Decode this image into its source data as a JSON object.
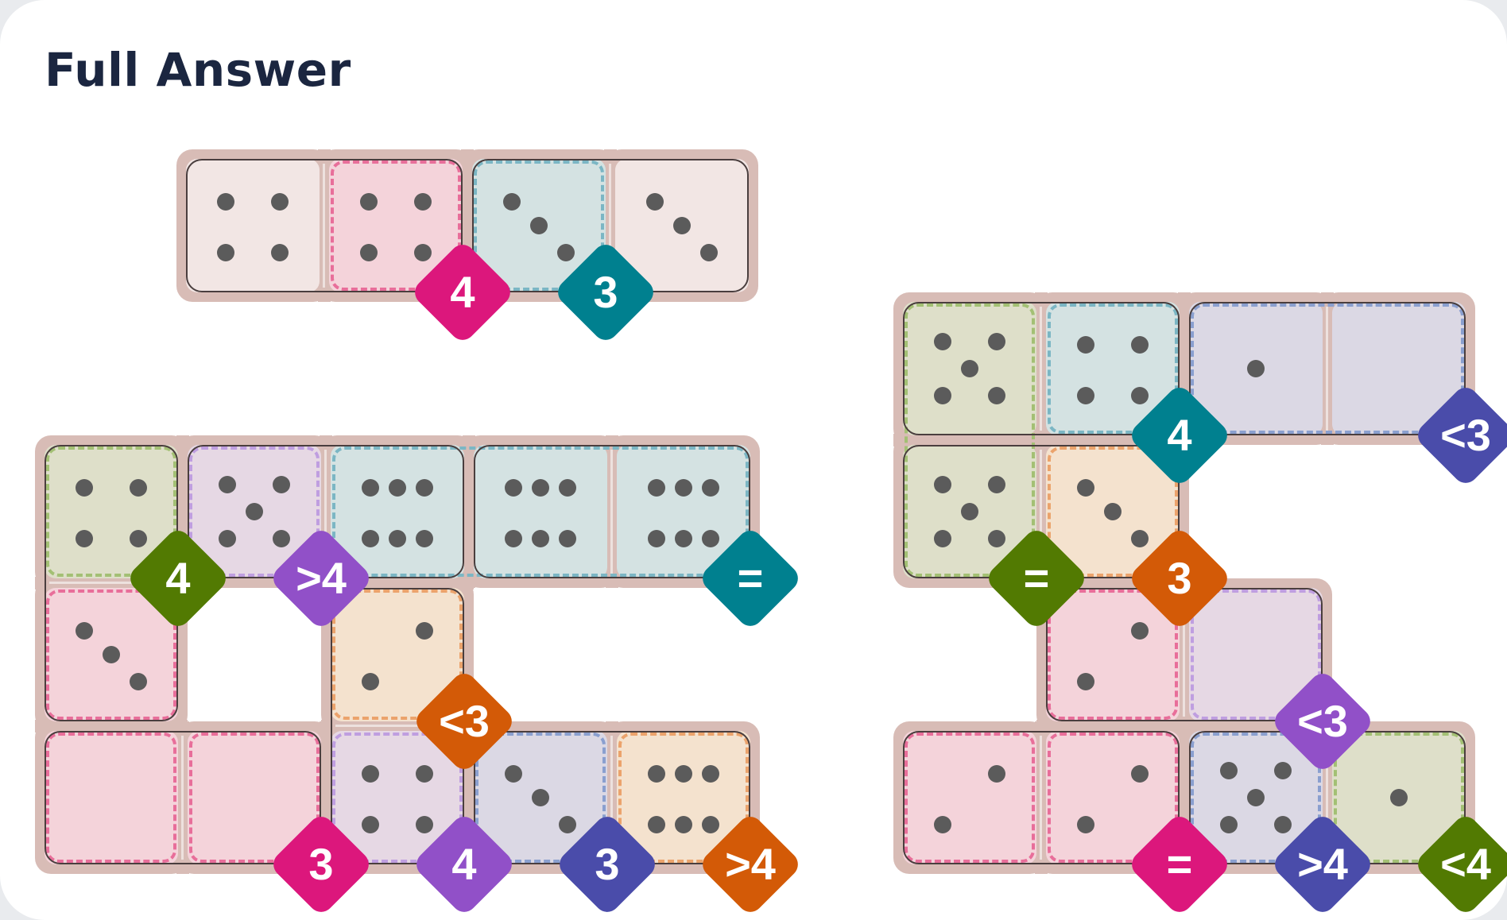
{
  "page": {
    "title": "Full Answer"
  },
  "colors": {
    "background": "#ffffff",
    "board": "#d8bcb6",
    "pip": "#5b5b5b",
    "domino_border": "#4a3e3e",
    "regions": {
      "plain": {
        "fill": "#f2e6e4",
        "border": "none"
      },
      "pink": {
        "fill": "#f4d3da",
        "border": "#e86e9a",
        "badge": "#dc177c"
      },
      "teal": {
        "fill": "#d4e2e2",
        "border": "#7bb6c4",
        "badge": "#00808f"
      },
      "green": {
        "fill": "#dedfc9",
        "border": "#a3c074",
        "badge": "#527a02"
      },
      "purple": {
        "fill": "#e6d8e4",
        "border": "#bf9ee0",
        "badge": "#9150c8"
      },
      "orange": {
        "fill": "#f4e2ce",
        "border": "#eba36c",
        "badge": "#d35a07"
      },
      "blue": {
        "fill": "#dbd8e4",
        "border": "#8a9fcf",
        "badge": "#4a4caa"
      }
    }
  },
  "grid": [
    {
      "id": "top",
      "cells": [
        {
          "r": 0,
          "c": 0,
          "region": "plain",
          "pips": 4
        },
        {
          "r": 0,
          "c": 1,
          "region": "pink",
          "pips": 4
        },
        {
          "r": 0,
          "c": 2,
          "region": "teal",
          "pips": 3
        },
        {
          "r": 0,
          "c": 3,
          "region": "plain",
          "pips": 3
        }
      ],
      "regions": [
        {
          "color": "pink",
          "cells": [
            [
              0,
              1
            ]
          ],
          "label": "4"
        },
        {
          "color": "teal",
          "cells": [
            [
              0,
              2
            ]
          ],
          "label": "3"
        }
      ],
      "dominoes": [
        [
          [
            0,
            0
          ],
          [
            0,
            1
          ]
        ],
        [
          [
            0,
            2
          ],
          [
            0,
            3
          ]
        ]
      ]
    },
    {
      "id": "left",
      "cells": [
        {
          "r": 0,
          "c": 0,
          "region": "green",
          "pips": 4
        },
        {
          "r": 0,
          "c": 1,
          "region": "purple",
          "pips": 5
        },
        {
          "r": 0,
          "c": 2,
          "region": "teal",
          "pips": 6
        },
        {
          "r": 0,
          "c": 3,
          "region": "teal",
          "pips": 6
        },
        {
          "r": 0,
          "c": 4,
          "region": "teal",
          "pips": 6
        },
        {
          "r": 1,
          "c": 0,
          "region": "pink",
          "pips": 3
        },
        {
          "r": 1,
          "c": 2,
          "region": "orange",
          "pips": 2
        },
        {
          "r": 2,
          "c": 0,
          "region": "pink",
          "pips": 0
        },
        {
          "r": 2,
          "c": 1,
          "region": "pink",
          "pips": 0
        },
        {
          "r": 2,
          "c": 2,
          "region": "purple",
          "pips": 4
        },
        {
          "r": 2,
          "c": 3,
          "region": "blue",
          "pips": 3
        },
        {
          "r": 2,
          "c": 4,
          "region": "orange",
          "pips": 6
        }
      ],
      "regions": [
        {
          "color": "green",
          "cells": [
            [
              0,
              0
            ]
          ],
          "label": "4"
        },
        {
          "color": "purple",
          "cells": [
            [
              0,
              1
            ]
          ],
          "label": ">4"
        },
        {
          "color": "teal",
          "cells": [
            [
              0,
              2
            ],
            [
              0,
              3
            ],
            [
              0,
              4
            ]
          ],
          "label": "="
        },
        {
          "color": "orange",
          "cells": [
            [
              1,
              2
            ]
          ],
          "label": "<3"
        },
        {
          "color": "pink",
          "cells": [
            [
              1,
              0
            ],
            [
              2,
              0
            ],
            [
              2,
              1
            ]
          ],
          "label": "3"
        },
        {
          "color": "purple",
          "cells": [
            [
              2,
              2
            ]
          ],
          "label": "4"
        },
        {
          "color": "blue",
          "cells": [
            [
              2,
              3
            ]
          ],
          "label": "3"
        },
        {
          "color": "orange",
          "cells": [
            [
              2,
              4
            ]
          ],
          "label": ">4"
        }
      ],
      "dominoes": [
        [
          [
            0,
            0
          ],
          [
            1,
            0
          ]
        ],
        [
          [
            0,
            1
          ],
          [
            0,
            2
          ]
        ],
        [
          [
            0,
            3
          ],
          [
            0,
            4
          ]
        ],
        [
          [
            1,
            2
          ],
          [
            2,
            2
          ]
        ],
        [
          [
            2,
            0
          ],
          [
            2,
            1
          ]
        ],
        [
          [
            2,
            3
          ],
          [
            2,
            4
          ]
        ]
      ]
    },
    {
      "id": "right",
      "cells": [
        {
          "r": 0,
          "c": 0,
          "region": "green",
          "pips": 5
        },
        {
          "r": 0,
          "c": 1,
          "region": "teal",
          "pips": 4
        },
        {
          "r": 0,
          "c": 2,
          "region": "blue",
          "pips": 1
        },
        {
          "r": 0,
          "c": 3,
          "region": "blue",
          "pips": 0
        },
        {
          "r": 1,
          "c": 0,
          "region": "green",
          "pips": 5
        },
        {
          "r": 1,
          "c": 1,
          "region": "orange",
          "pips": 3
        },
        {
          "r": 2,
          "c": 1,
          "region": "pink",
          "pips": 2
        },
        {
          "r": 2,
          "c": 2,
          "region": "purple",
          "pips": 0
        },
        {
          "r": 3,
          "c": 0,
          "region": "pink",
          "pips": 2
        },
        {
          "r": 3,
          "c": 1,
          "region": "pink",
          "pips": 2
        },
        {
          "r": 3,
          "c": 2,
          "region": "blue",
          "pips": 5
        },
        {
          "r": 3,
          "c": 3,
          "region": "green",
          "pips": 1
        }
      ],
      "regions": [
        {
          "color": "teal",
          "cells": [
            [
              0,
              1
            ]
          ],
          "label": "4"
        },
        {
          "color": "blue",
          "cells": [
            [
              0,
              2
            ],
            [
              0,
              3
            ]
          ],
          "label": "<3"
        },
        {
          "color": "green",
          "cells": [
            [
              0,
              0
            ],
            [
              1,
              0
            ]
          ],
          "label": "="
        },
        {
          "color": "orange",
          "cells": [
            [
              1,
              1
            ]
          ],
          "label": "3"
        },
        {
          "color": "purple",
          "cells": [
            [
              2,
              2
            ]
          ],
          "label": "<3"
        },
        {
          "color": "pink",
          "cells": [
            [
              2,
              1
            ],
            [
              3,
              0
            ],
            [
              3,
              1
            ]
          ],
          "label": "="
        },
        {
          "color": "blue",
          "cells": [
            [
              3,
              2
            ]
          ],
          "label": ">4"
        },
        {
          "color": "green",
          "cells": [
            [
              3,
              3
            ]
          ],
          "label": "<4"
        }
      ],
      "dominoes": [
        [
          [
            0,
            0
          ],
          [
            0,
            1
          ]
        ],
        [
          [
            0,
            2
          ],
          [
            0,
            3
          ]
        ],
        [
          [
            1,
            0
          ],
          [
            1,
            1
          ]
        ],
        [
          [
            2,
            1
          ],
          [
            2,
            2
          ]
        ],
        [
          [
            3,
            0
          ],
          [
            3,
            1
          ]
        ],
        [
          [
            3,
            2
          ],
          [
            3,
            3
          ]
        ]
      ]
    }
  ]
}
